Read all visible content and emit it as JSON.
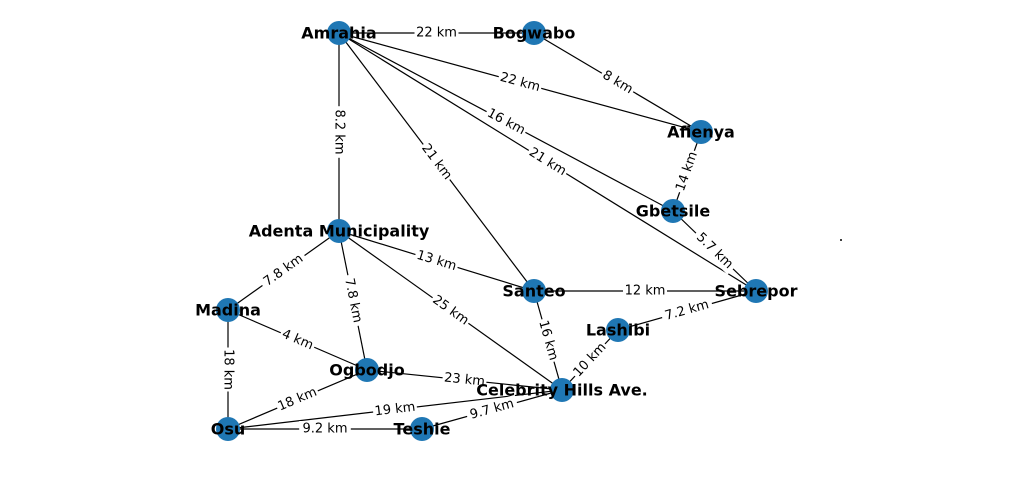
{
  "graph": {
    "nodes": [
      {
        "id": "amrahia",
        "label": "Amrahia"
      },
      {
        "id": "bogwabo",
        "label": "Bogwabo"
      },
      {
        "id": "afienya",
        "label": "Afienya"
      },
      {
        "id": "gbetsile",
        "label": "Gbetsile"
      },
      {
        "id": "adenta",
        "label": "Adenta Municipality"
      },
      {
        "id": "santeo",
        "label": "Santeo"
      },
      {
        "id": "sebrepor",
        "label": "Sebrepor"
      },
      {
        "id": "madina",
        "label": "Madina"
      },
      {
        "id": "lashibi",
        "label": "Lashibi"
      },
      {
        "id": "ogbodjo",
        "label": "Ogbodjo"
      },
      {
        "id": "celebrity",
        "label": "Celebrity Hills Ave."
      },
      {
        "id": "osu",
        "label": "Osu"
      },
      {
        "id": "teshie",
        "label": "Teshie"
      }
    ],
    "edges": [
      {
        "from": "amrahia",
        "to": "bogwabo",
        "label": "22 km"
      },
      {
        "from": "amrahia",
        "to": "afienya",
        "label": "22 km"
      },
      {
        "from": "amrahia",
        "to": "gbetsile",
        "label": "16 km"
      },
      {
        "from": "amrahia",
        "to": "sebrepor",
        "label": "21 km"
      },
      {
        "from": "amrahia",
        "to": "santeo",
        "label": "21 km"
      },
      {
        "from": "amrahia",
        "to": "adenta",
        "label": "8.2 km"
      },
      {
        "from": "bogwabo",
        "to": "afienya",
        "label": "8 km"
      },
      {
        "from": "afienya",
        "to": "gbetsile",
        "label": "14 km"
      },
      {
        "from": "gbetsile",
        "to": "sebrepor",
        "label": "5.7 km"
      },
      {
        "from": "adenta",
        "to": "santeo",
        "label": "13 km"
      },
      {
        "from": "adenta",
        "to": "madina",
        "label": "7.8 km"
      },
      {
        "from": "adenta",
        "to": "ogbodjo",
        "label": "7.8 km"
      },
      {
        "from": "adenta",
        "to": "celebrity",
        "label": "25 km"
      },
      {
        "from": "santeo",
        "to": "sebrepor",
        "label": "12 km"
      },
      {
        "from": "santeo",
        "to": "celebrity",
        "label": "16 km"
      },
      {
        "from": "sebrepor",
        "to": "lashibi",
        "label": "7.2 km"
      },
      {
        "from": "lashibi",
        "to": "celebrity",
        "label": "10 km"
      },
      {
        "from": "madina",
        "to": "ogbodjo",
        "label": "4 km"
      },
      {
        "from": "madina",
        "to": "osu",
        "label": "18 km"
      },
      {
        "from": "ogbodjo",
        "to": "celebrity",
        "label": "23 km"
      },
      {
        "from": "ogbodjo",
        "to": "osu",
        "label": "18 km"
      },
      {
        "from": "osu",
        "to": "celebrity",
        "label": "19 km"
      },
      {
        "from": "osu",
        "to": "teshie",
        "label": "9.2 km"
      },
      {
        "from": "teshie",
        "to": "celebrity",
        "label": "9.7 km"
      }
    ],
    "node_color": "#1f77b4",
    "edge_color": "#000000"
  }
}
